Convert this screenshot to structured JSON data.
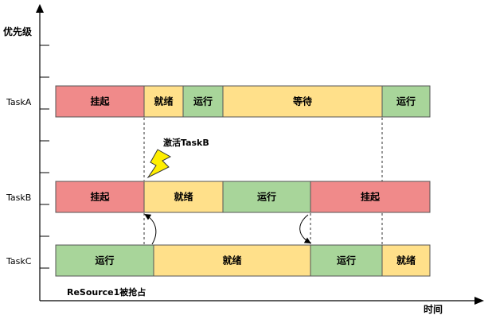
{
  "axes": {
    "y_label": "优先级",
    "x_label": "时间"
  },
  "colors": {
    "red": "#f08a8a",
    "yellow": "#ffe08a",
    "green": "#a8d59a",
    "border": "#555555"
  },
  "tasks": [
    {
      "label": "TaskA",
      "segments": [
        {
          "state": "挂起",
          "color": "red"
        },
        {
          "state": "就绪",
          "color": "yellow"
        },
        {
          "state": "运行",
          "color": "green"
        },
        {
          "state": "等待",
          "color": "yellow"
        },
        {
          "state": "运行",
          "color": "green"
        }
      ]
    },
    {
      "label": "TaskB",
      "segments": [
        {
          "state": "挂起",
          "color": "red"
        },
        {
          "state": "就绪",
          "color": "yellow"
        },
        {
          "state": "运行",
          "color": "green"
        },
        {
          "state": "挂起",
          "color": "red"
        }
      ]
    },
    {
      "label": "TaskC",
      "segments": [
        {
          "state": "运行",
          "color": "green"
        },
        {
          "state": "就绪",
          "color": "yellow"
        },
        {
          "state": "运行",
          "color": "green"
        },
        {
          "state": "就绪",
          "color": "yellow"
        }
      ]
    }
  ],
  "annotations": {
    "activate": "激活TaskB",
    "resource": "ReSource1被抢占"
  }
}
